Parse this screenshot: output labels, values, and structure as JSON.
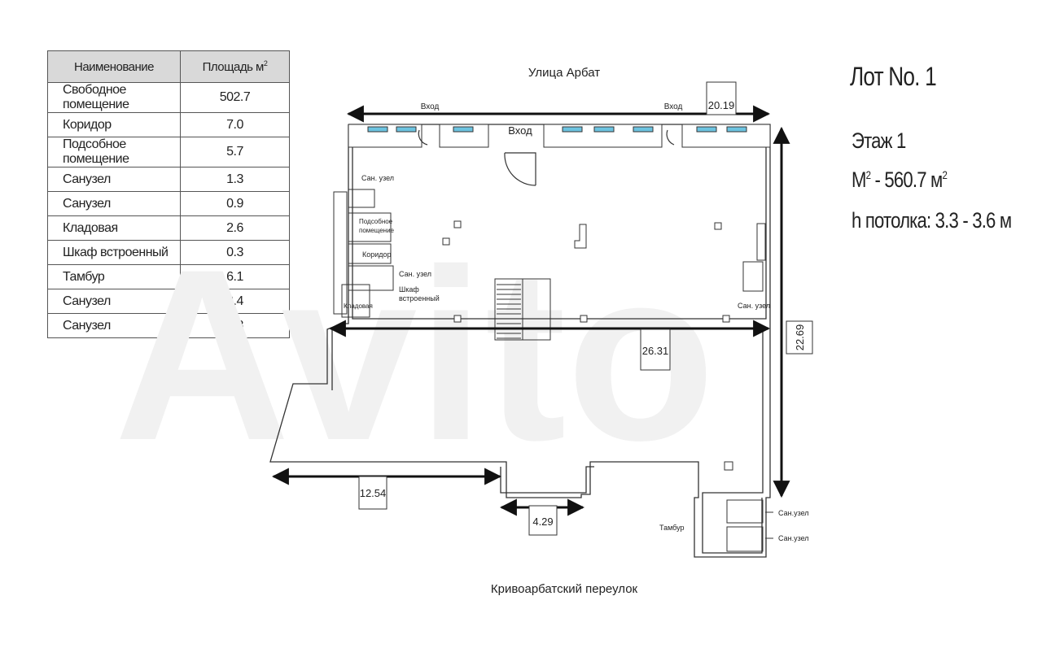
{
  "table": {
    "header_name": "Наименование",
    "header_area": "Площадь м",
    "header_area_sup": "2",
    "rows": [
      {
        "name": "Свободное помещение",
        "area": "502.7"
      },
      {
        "name": "Коридор",
        "area": "7.0"
      },
      {
        "name": "Подсобное помещение",
        "area": "5.7"
      },
      {
        "name": "Санузел",
        "area": "1.3"
      },
      {
        "name": "Санузел",
        "area": "0.9"
      },
      {
        "name": "Кладовая",
        "area": "2.6"
      },
      {
        "name": "Шкаф встроенный",
        "area": "0.3"
      },
      {
        "name": "Тамбур",
        "area": "6.1"
      },
      {
        "name": "Санузел",
        "area": "3.4"
      },
      {
        "name": "Санузел",
        "area": "3.8"
      }
    ]
  },
  "info": {
    "lot": "Лот No. 1",
    "floor": "Этаж 1",
    "area_prefix": "М",
    "area_sup1": "2",
    "area_value": " - 560.7 м",
    "area_sup2": "2",
    "ceiling": "h потолка: 3.3 - 3.6 м"
  },
  "plan": {
    "street_top": "Улица Арбат",
    "street_bottom": "Кривоарбатский переулок",
    "entrance_left": "Вход",
    "entrance_right": "Вход",
    "entrance_main": "Вход",
    "dim_top": "20.19",
    "dim_width": "26.31",
    "dim_height": "22.69",
    "dim_bottom_left": "12.54",
    "dim_bottom_mid": "4.29",
    "room_san1": "Сан. узел",
    "room_utility_1": "Подсобное",
    "room_utility_2": "помещение",
    "room_corridor": "Коридор",
    "room_san2": "Сан. узел",
    "room_wardrobe_1": "Шкаф",
    "room_wardrobe_2": "встроенный",
    "room_storage": "Кладовая",
    "room_san3": "Сан. узел",
    "room_vestibule": "Тамбур",
    "room_san4": "Сан.узел",
    "room_san5": "Сан.узел"
  }
}
